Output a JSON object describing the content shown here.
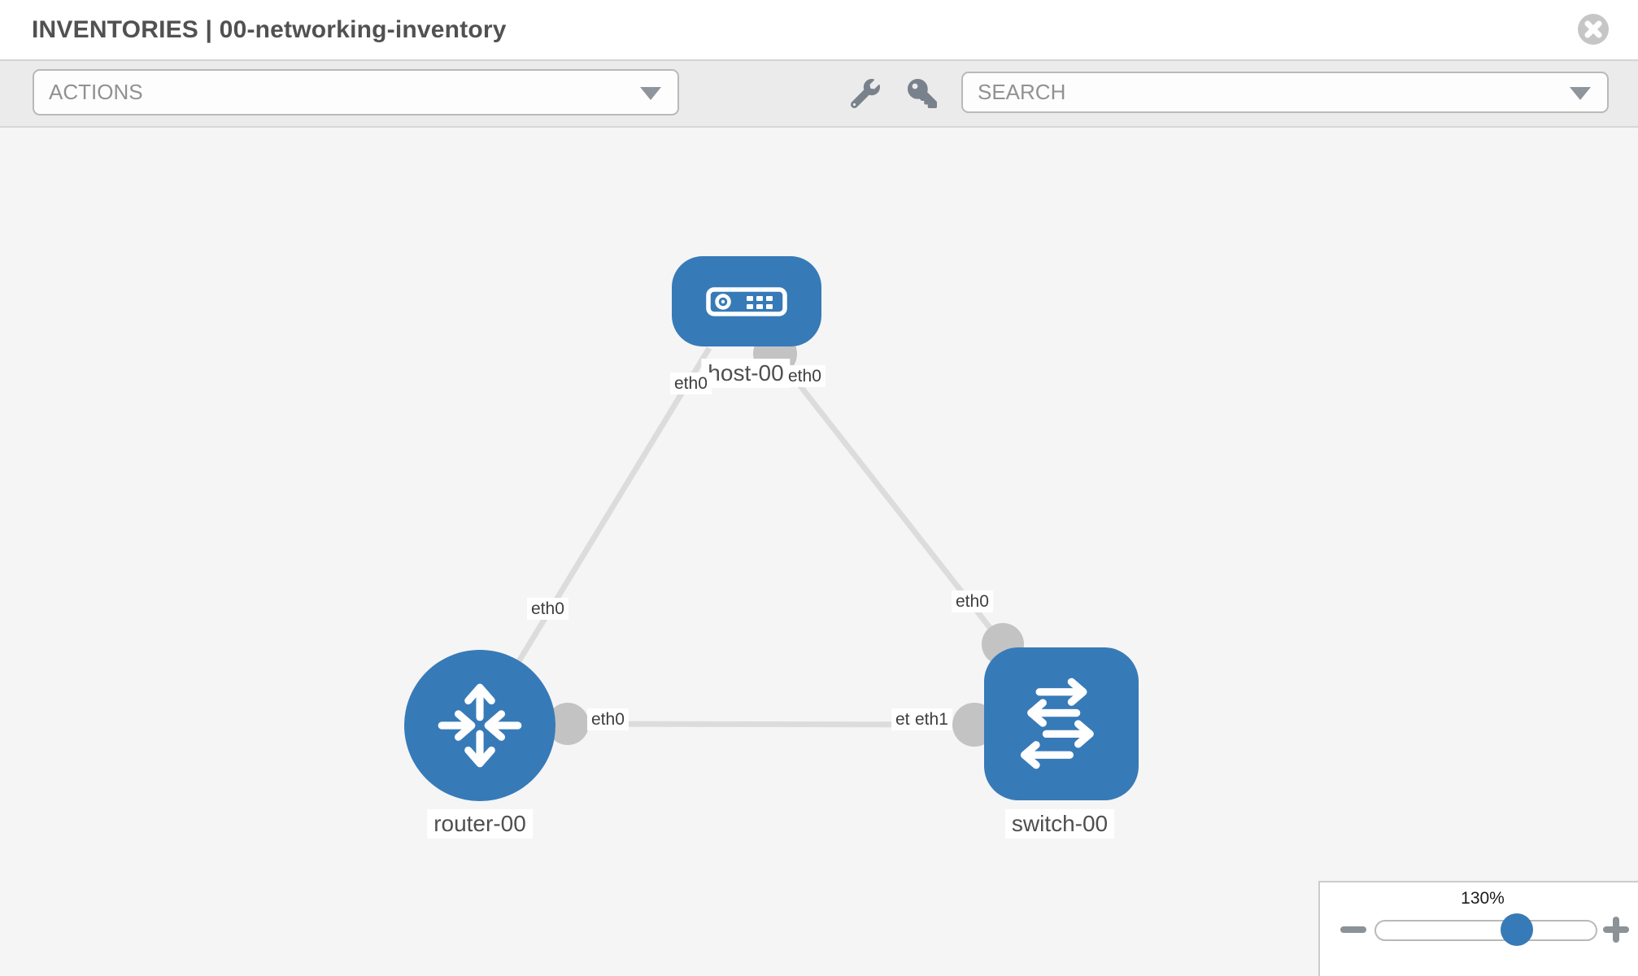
{
  "header": {
    "title": "INVENTORIES | 00-networking-inventory",
    "close_icon": "x-circle-icon"
  },
  "toolbar": {
    "actions_dropdown": {
      "label": "ACTIONS"
    },
    "tool_icons": [
      "wrench-icon",
      "key-icon"
    ],
    "search_dropdown": {
      "placeholder": "SEARCH"
    }
  },
  "topology": {
    "nodes": [
      {
        "id": "host-00",
        "type": "host",
        "label": "host-00"
      },
      {
        "id": "router-00",
        "type": "router",
        "label": "router-00"
      },
      {
        "id": "switch-00",
        "type": "switch",
        "label": "switch-00"
      }
    ],
    "links": [
      {
        "from": "host-00",
        "to": "router-00",
        "from_interface": "eth0",
        "to_interface": "eth0"
      },
      {
        "from": "host-00",
        "to": "switch-00",
        "from_interface": "eth0",
        "to_interface": "eth0"
      },
      {
        "from": "router-00",
        "to": "switch-00",
        "from_interface": "eth0",
        "to_interface": "eth1"
      }
    ],
    "interface_labels": {
      "host_left": "eth0",
      "host_right": "eth0",
      "router_top": "eth0",
      "switch_top": "eth0",
      "link_rs_left": "eth0",
      "link_rs_right_under": "eth0",
      "link_rs_right": "eth1"
    }
  },
  "zoom_control": {
    "value": "130%",
    "percent": 130
  },
  "colors": {
    "node_blue": "#377ab8",
    "connector_gray": "#c3c3c3",
    "link_gray": "#dcdcdc",
    "canvas_bg": "#f5f5f5",
    "toolbar_bg": "#ebebeb"
  }
}
